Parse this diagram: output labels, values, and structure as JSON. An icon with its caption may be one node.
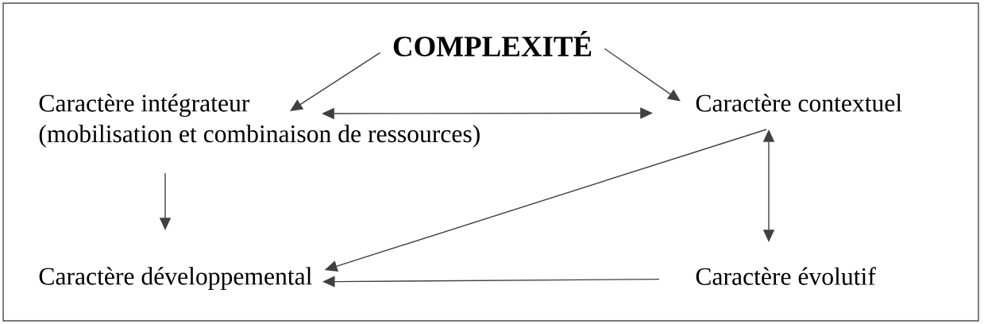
{
  "diagram": {
    "nodes": [
      {
        "text": [
          "COMPLEXITÉ"
        ]
      },
      {
        "text": [
          "Caractère intégrateur",
          "(mobilisation et combinaison de ressources)"
        ]
      },
      {
        "text": [
          "Caractère contextuel"
        ]
      },
      {
        "text": [
          "Caractère développemental"
        ]
      },
      {
        "text": [
          "Caractère évolutif"
        ]
      }
    ],
    "edges": [
      {
        "from": 0,
        "to": 1,
        "arrow": "to"
      },
      {
        "from": 0,
        "to": 2,
        "arrow": "to"
      },
      {
        "from": 1,
        "to": 2,
        "arrow": "both"
      },
      {
        "from": 1,
        "to": 3,
        "arrow": "to"
      },
      {
        "from": 2,
        "to": 3,
        "arrow": "to"
      },
      {
        "from": 2,
        "to": 4,
        "arrow": "both"
      },
      {
        "from": 4,
        "to": 3,
        "arrow": "to"
      }
    ]
  }
}
